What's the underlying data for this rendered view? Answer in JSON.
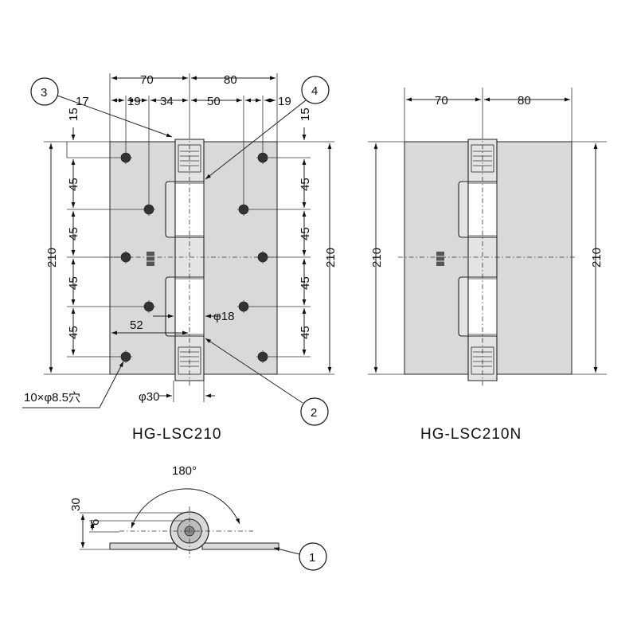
{
  "dimensions_left": {
    "top_70": "70",
    "top_80": "80",
    "d17": "17",
    "d19a": "19",
    "d34": "34",
    "d50": "50",
    "d19b": "19",
    "left_15": "15",
    "left_45a": "45",
    "left_45b": "45",
    "left_45c": "45",
    "left_45d": "45",
    "left_210": "210",
    "right_15": "15",
    "right_45a": "45",
    "right_45b": "45",
    "right_45c": "45",
    "right_45d": "45",
    "right_210": "210",
    "d52": "52",
    "phi18": "φ18",
    "phi30": "φ30",
    "holes": "10×φ8.5穴"
  },
  "dimensions_right": {
    "top_70": "70",
    "top_80": "80",
    "left_210": "210",
    "right_210": "210"
  },
  "dimensions_side": {
    "angle": "180°",
    "d30": "30",
    "d6": "6"
  },
  "callouts": {
    "c1": "1",
    "c2": "2",
    "c3": "3",
    "c4": "4"
  },
  "models": {
    "left": "HG-LSC210",
    "right": "HG-LSC210N"
  },
  "colors": {
    "plate_fill": "#d9d9d9",
    "line": "#222222"
  }
}
